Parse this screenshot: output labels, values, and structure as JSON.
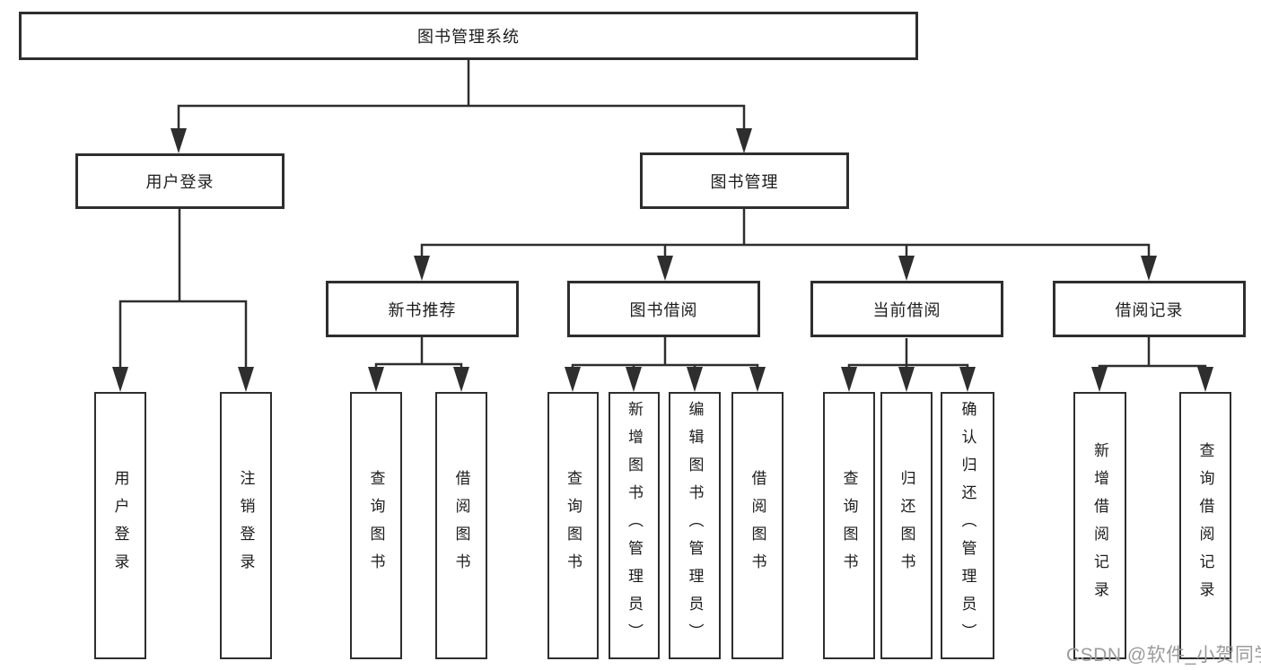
{
  "tree": {
    "root": {
      "label": "图书管理系统"
    },
    "branches": [
      {
        "label": "用户登录",
        "children": [
          {
            "label": "用户登录"
          },
          {
            "label": "注销登录"
          }
        ]
      },
      {
        "label": "图书管理",
        "children": [
          {
            "label": "新书推荐",
            "children": [
              {
                "label": "查询图书"
              },
              {
                "label": "借阅图书"
              }
            ]
          },
          {
            "label": "图书借阅",
            "children": [
              {
                "label": "查询图书"
              },
              {
                "label": "新增图书（管理员）"
              },
              {
                "label": "编辑图书（管理员）"
              },
              {
                "label": "借阅图书"
              }
            ]
          },
          {
            "label": "当前借阅",
            "children": [
              {
                "label": "查询图书"
              },
              {
                "label": "归还图书"
              },
              {
                "label": "确认归还（管理员）"
              }
            ]
          },
          {
            "label": "借阅记录",
            "children": [
              {
                "label": "新增借阅记录"
              },
              {
                "label": "查询借阅记录"
              }
            ]
          }
        ]
      }
    ]
  },
  "watermark": {
    "text": "CSDN @软件_小贺同学"
  },
  "colors": {
    "line": "#2e2e2e",
    "box_fill": "#ffffff",
    "text": "#1c1c1c",
    "watermark": "#9b9b9b",
    "background": "#ffffff"
  }
}
